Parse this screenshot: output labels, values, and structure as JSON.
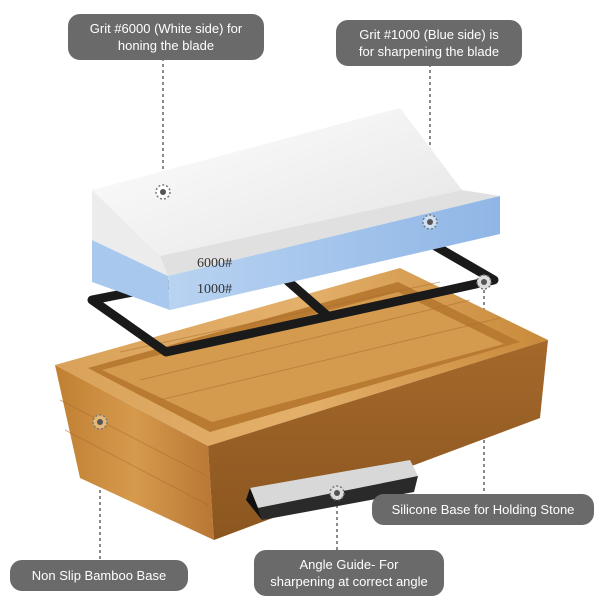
{
  "callouts": {
    "white_side": {
      "line1": "Grit #6000 (White side) for",
      "line2": "honing the blade"
    },
    "blue_side": {
      "line1": "Grit #1000 (Blue side) is",
      "line2": "for sharpening the blade"
    },
    "silicone_base": {
      "line1": "Silicone Base for Holding Stone"
    },
    "bamboo_base": {
      "line1": "Non Slip Bamboo Base"
    },
    "angle_guide": {
      "line1": "Angle Guide- For",
      "line2": "sharpening at correct angle"
    }
  },
  "stone_marks": {
    "top": "6000#",
    "bottom": "1000#"
  },
  "colors": {
    "callout_bg": "#6a6a6a",
    "stone_white": "#f4f4f4",
    "stone_blue": "#a9c8ee",
    "bamboo": "#c98a3a",
    "frame_black": "#1a1a1a",
    "leader": "#8a8a8a"
  }
}
